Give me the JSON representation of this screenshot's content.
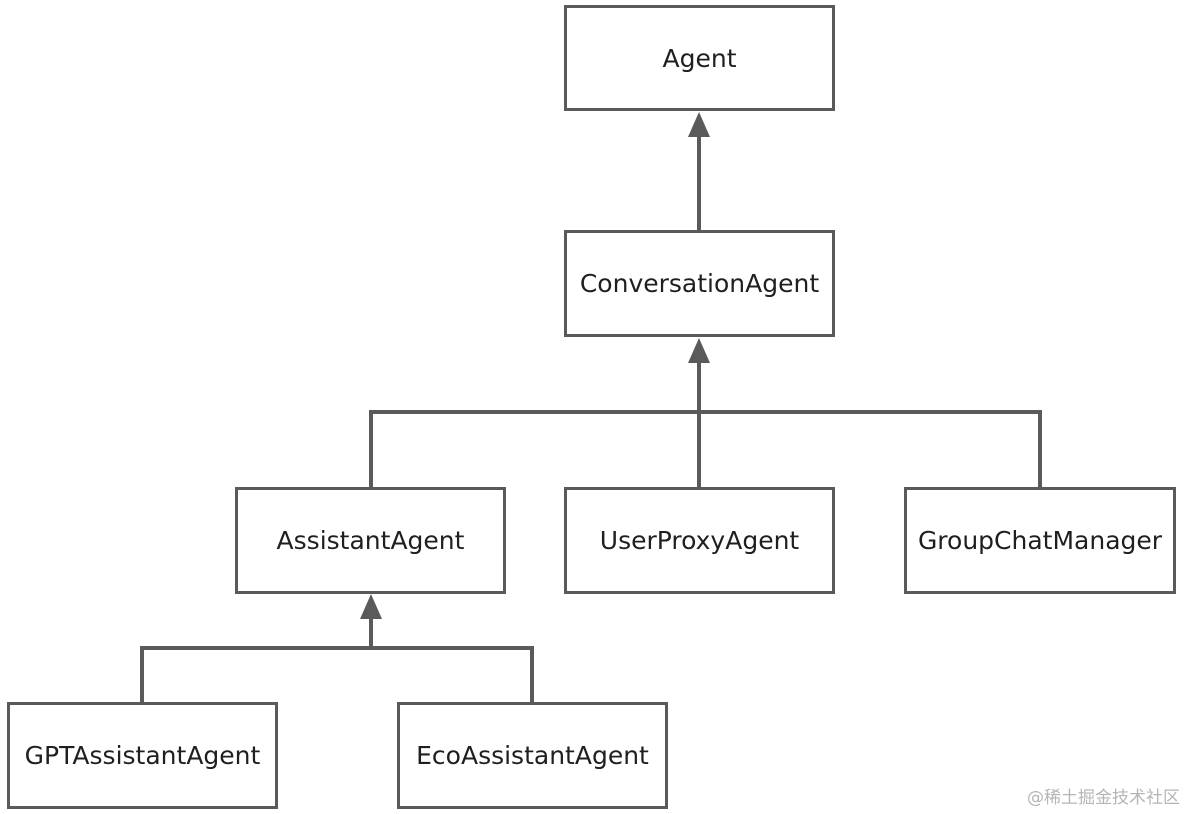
{
  "diagram": {
    "line_color": "#5a5a5a",
    "nodes": {
      "agent": "Agent",
      "conversation_agent": "ConversationAgent",
      "assistant_agent": "AssistantAgent",
      "user_proxy_agent": "UserProxyAgent",
      "group_chat_manager": "GroupChatManager",
      "gpt_assistant_agent": "GPTAssistantAgent",
      "eco_assistant_agent": "EcoAssistantAgent"
    },
    "edges": [
      {
        "from": "conversation_agent",
        "to": "agent"
      },
      {
        "from": "assistant_agent",
        "to": "conversation_agent"
      },
      {
        "from": "user_proxy_agent",
        "to": "conversation_agent"
      },
      {
        "from": "group_chat_manager",
        "to": "conversation_agent"
      },
      {
        "from": "gpt_assistant_agent",
        "to": "assistant_agent"
      },
      {
        "from": "eco_assistant_agent",
        "to": "assistant_agent"
      }
    ]
  },
  "watermark": "@稀土掘金技术社区"
}
